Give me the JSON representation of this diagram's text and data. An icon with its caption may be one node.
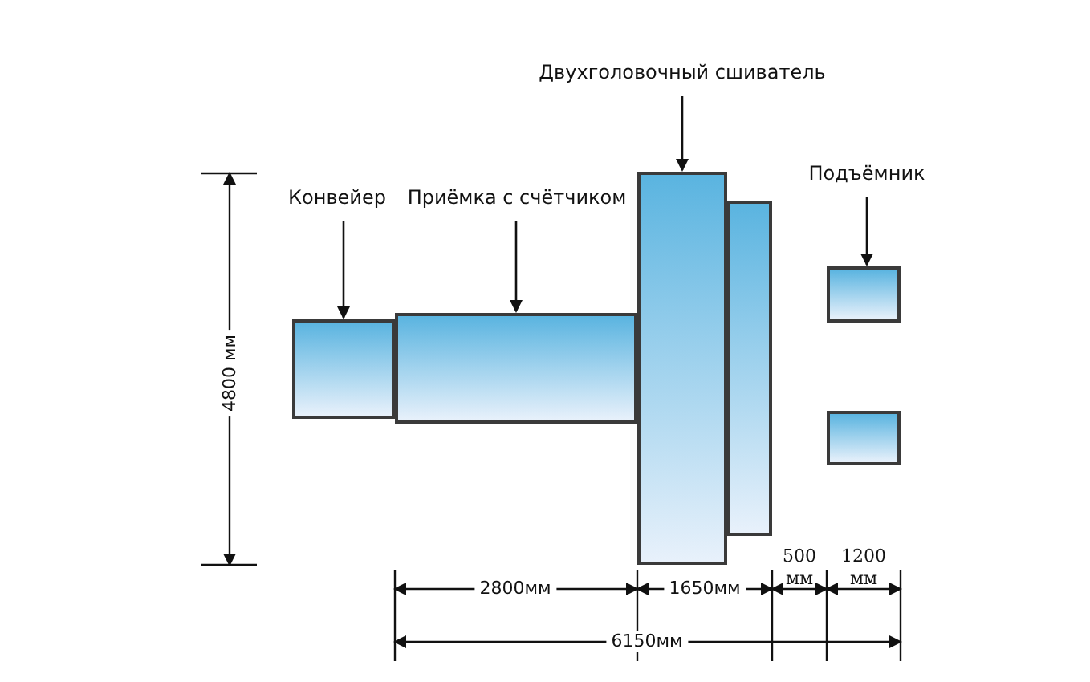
{
  "diagram": {
    "nodes": [
      {
        "text": [
          "Конвейер"
        ]
      },
      {
        "text": [
          "Приёмка с счётчиком"
        ]
      },
      {
        "text": [
          "Двухголовочный сшиватель"
        ]
      },
      {
        "text": [
          "Подъёмник"
        ]
      },
      {
        "text": [],
        "shape": "box"
      },
      {
        "text": [],
        "shape": "box"
      },
      {
        "text": [],
        "shape": "box"
      },
      {
        "text": [],
        "shape": "box"
      },
      {
        "text": [],
        "shape": "box"
      },
      {
        "text": [],
        "shape": "box"
      }
    ],
    "edges": [
      {
        "from": 0,
        "to": 4,
        "arrow": "to"
      },
      {
        "from": 1,
        "to": 5,
        "arrow": "to"
      },
      {
        "from": 2,
        "to": 6,
        "arrow": "to"
      },
      {
        "from": 3,
        "to": 8,
        "arrow": "to"
      }
    ],
    "labels": [
      "4800 мм",
      "2800мм",
      "1650мм",
      "500 мм",
      "1200 мм",
      "6150мм"
    ]
  }
}
